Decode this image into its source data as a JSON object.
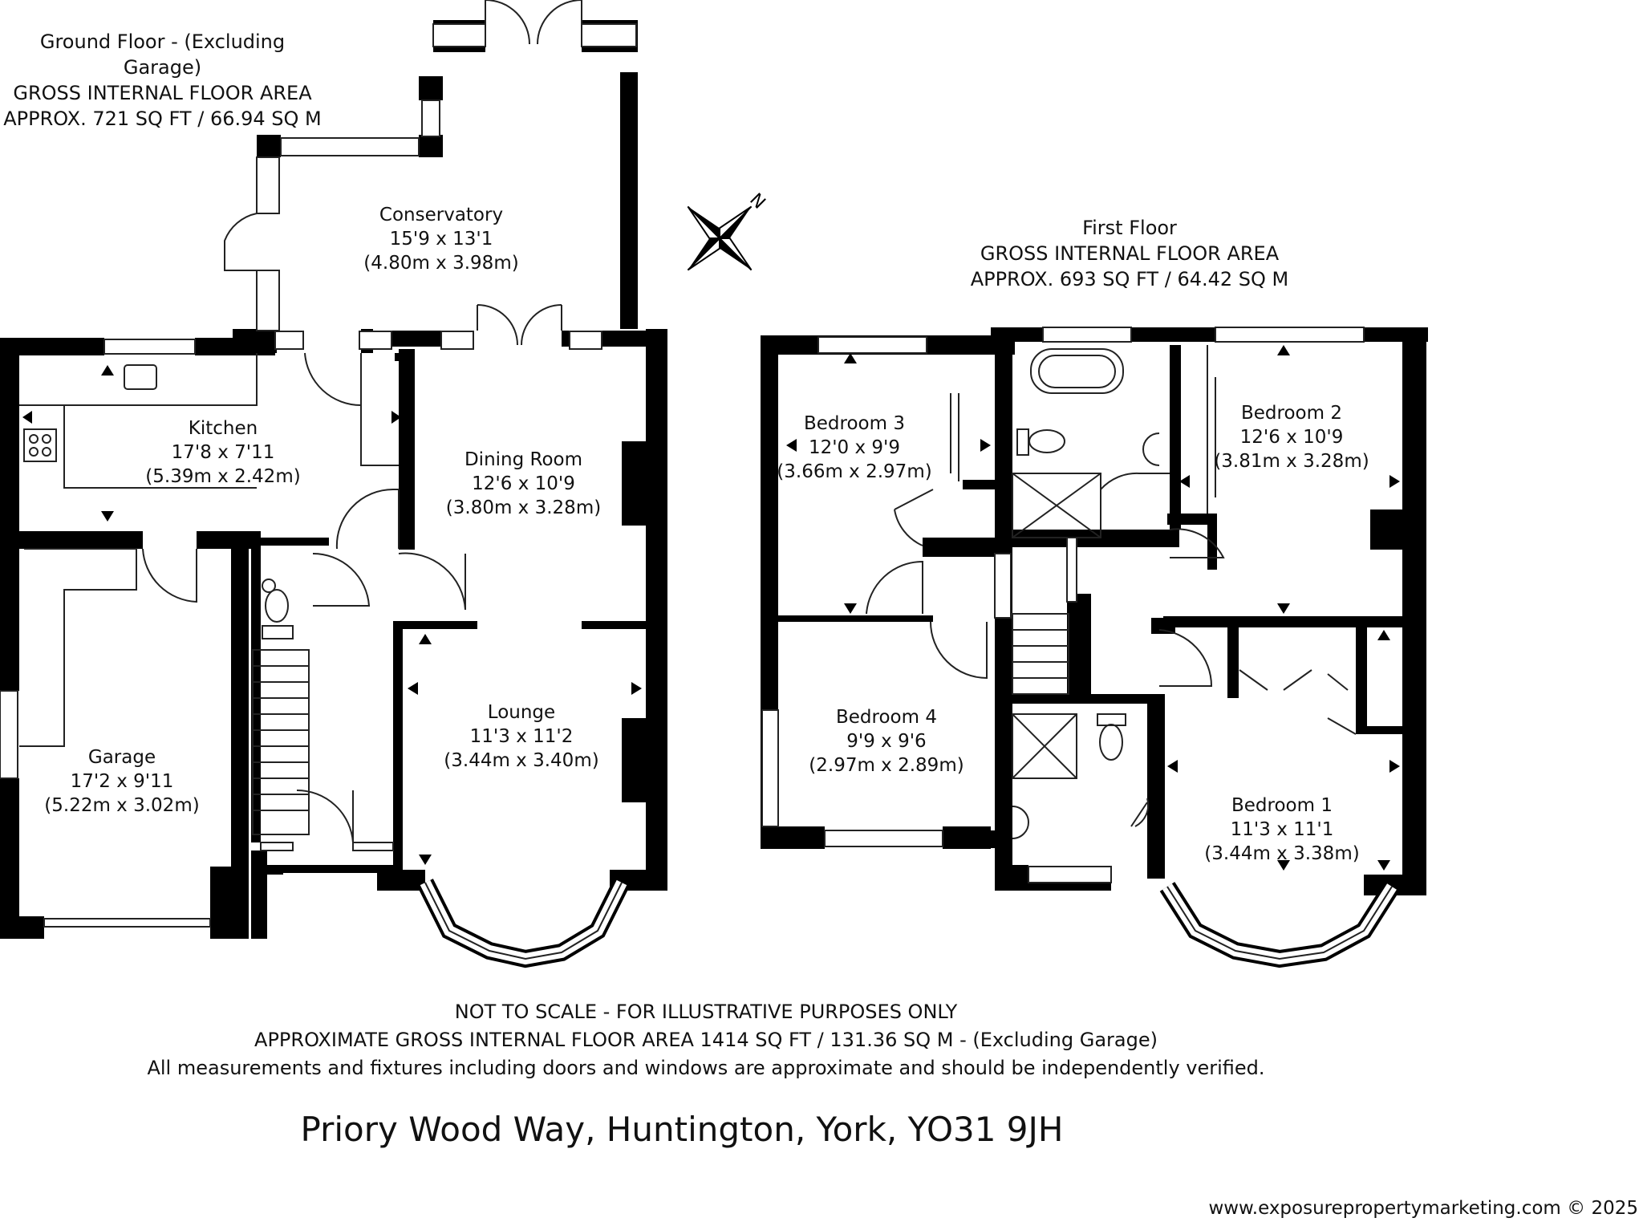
{
  "ground_floor": {
    "title": "Ground Floor - (Excluding Garage)",
    "area_heading": "GROSS INTERNAL FLOOR AREA",
    "area_value": "APPROX. 721 SQ FT / 66.94 SQ M"
  },
  "first_floor": {
    "title": "First Floor",
    "area_heading": "GROSS INTERNAL FLOOR AREA",
    "area_value": "APPROX. 693 SQ FT / 64.42 SQ M"
  },
  "rooms": {
    "conservatory": {
      "name": "Conservatory",
      "imperial": "15'9 x 13'1",
      "metric": "(4.80m x 3.98m)"
    },
    "kitchen": {
      "name": "Kitchen",
      "imperial": "17'8 x 7'11",
      "metric": "(5.39m x 2.42m)"
    },
    "dining": {
      "name": "Dining Room",
      "imperial": "12'6 x 10'9",
      "metric": "(3.80m x 3.28m)"
    },
    "lounge": {
      "name": "Lounge",
      "imperial": "11'3 x 11'2",
      "metric": "(3.44m x 3.40m)"
    },
    "garage": {
      "name": "Garage",
      "imperial": "17'2 x 9'11",
      "metric": "(5.22m x 3.02m)"
    },
    "bedroom3": {
      "name": "Bedroom 3",
      "imperial": "12'0 x 9'9",
      "metric": "(3.66m x 2.97m)"
    },
    "bedroom2": {
      "name": "Bedroom 2",
      "imperial": "12'6 x 10'9",
      "metric": "(3.81m x 3.28m)"
    },
    "bedroom4": {
      "name": "Bedroom 4",
      "imperial": "9'9 x 9'6",
      "metric": "(2.97m x 2.89m)"
    },
    "bedroom1": {
      "name": "Bedroom 1",
      "imperial": "11'3 x 11'1",
      "metric": "(3.44m x 3.38m)"
    }
  },
  "compass": {
    "label": "N",
    "icon": "north-arrow-icon"
  },
  "footer": {
    "line1": "NOT TO SCALE - FOR ILLUSTRATIVE PURPOSES ONLY",
    "line2": "APPROXIMATE GROSS INTERNAL FLOOR AREA 1414 SQ FT / 131.36 SQ M - (Excluding Garage)",
    "line3": "All measurements and fixtures including doors and windows are approximate and should be independently verified."
  },
  "address": "Priory Wood Way, Huntington, York, YO31 9JH",
  "website": "www.exposurepropertymarketing.com © 2025",
  "colors": {
    "wall": "#000000",
    "line": "#222222",
    "background": "#ffffff"
  }
}
